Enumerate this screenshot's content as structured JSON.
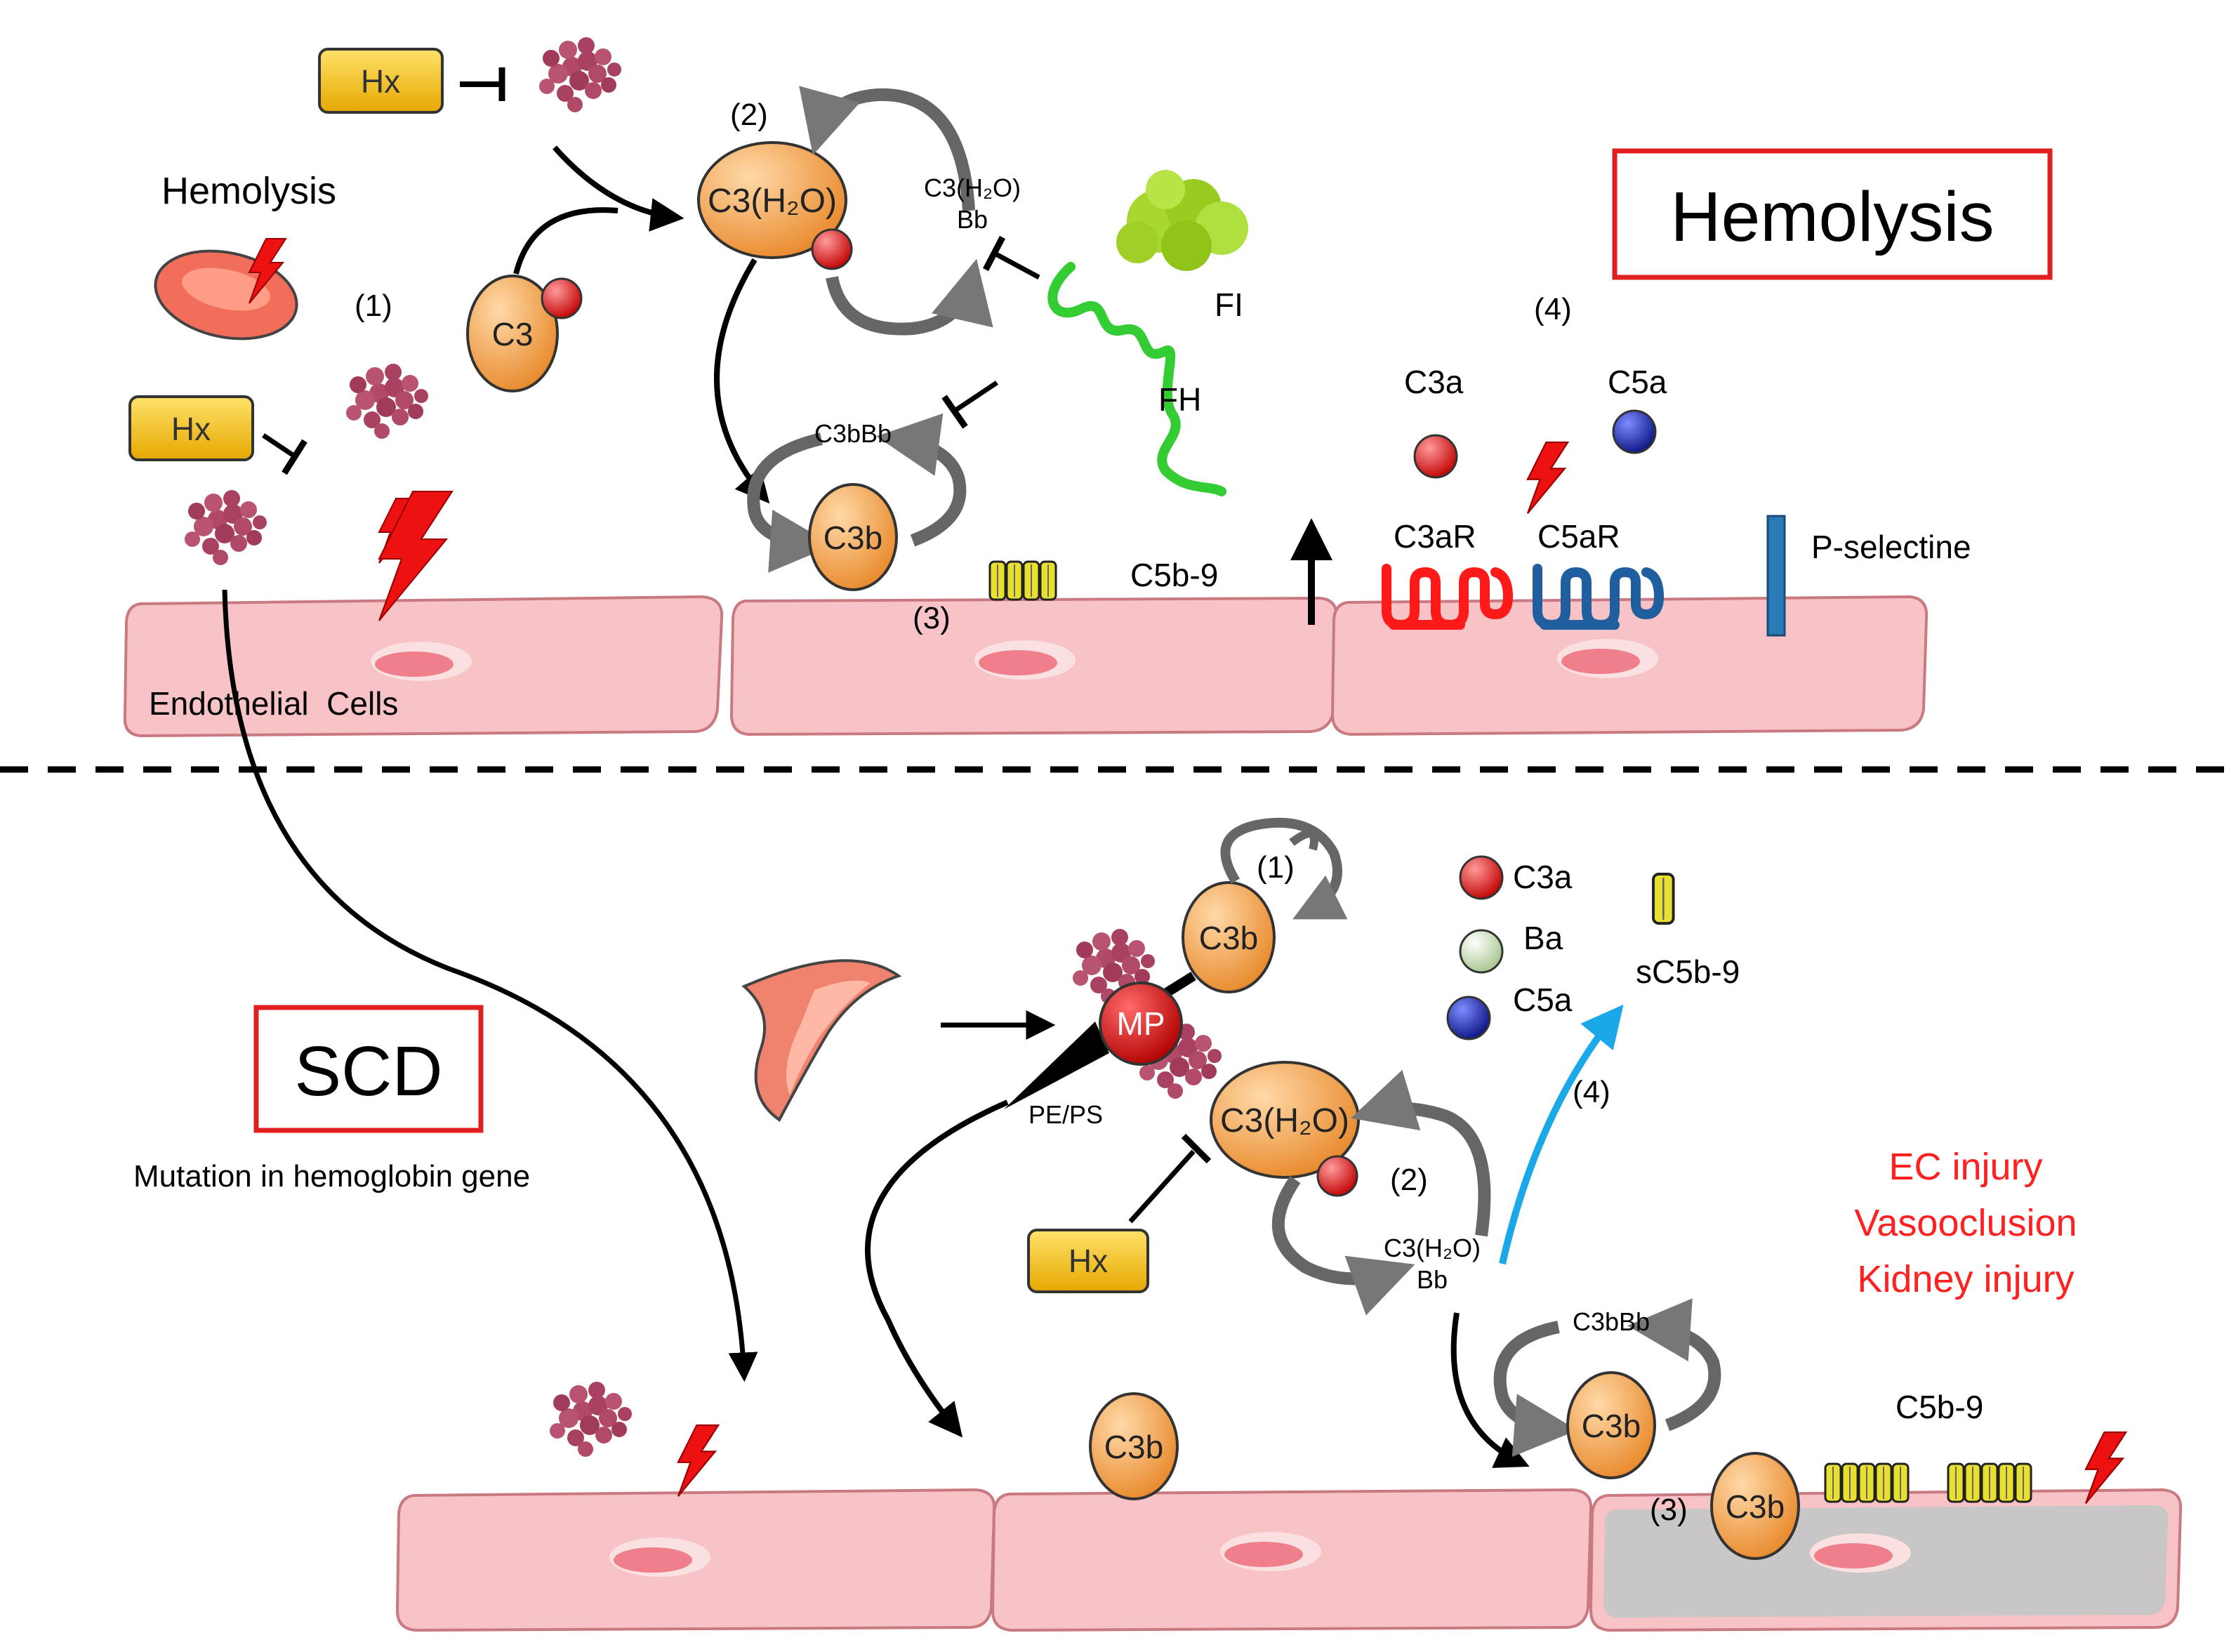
{
  "top": {
    "title": "Hemolysis",
    "hemolysis_label": "Hemolysis",
    "steps": [
      "(1)",
      "(2)",
      "(3)",
      "(4)"
    ],
    "hx_label": "Hx",
    "c3_label": "C3",
    "c3h2o_label": "C3(H₂O)",
    "c3h2o_bb_line1": "C3(H₂O)",
    "c3h2o_bb_line2": "Bb",
    "c3bbb_label": "C3bBb",
    "c3b_label": "C3b",
    "fi_label": "FI",
    "fh_label": "FH",
    "c5b9_label": "C5b-9",
    "c3a_label": "C3a",
    "c5a_label": "C5a",
    "c3ar_label": "C3aR",
    "c5ar_label": "C5aR",
    "pselectine_label": "P-selectine",
    "endothelial_label": "Endothelial  Cells"
  },
  "bottom": {
    "title": "SCD",
    "subtitle": "Mutation in hemoglobin gene",
    "steps": [
      "(1)",
      "(2)",
      "(3)",
      "(4)"
    ],
    "mp_label": "MP",
    "pe_ps_label": "PE/PS",
    "c3b_label": "C3b",
    "c3h2o_label": "C3(H₂O)",
    "c3h2o_bb_line1": "C3(H₂O)",
    "c3h2o_bb_line2": "Bb",
    "hx_label": "Hx",
    "c3bbb_label": "C3bBb",
    "c5b9_label": "C5b-9",
    "c3a_label": "C3a",
    "ba_label": "Ba",
    "c5a_label": "C5a",
    "sc5b9_label": "sC5b-9",
    "outcomes": [
      "EC injury",
      "Vasooclusion",
      "Kidney injury"
    ]
  },
  "colors": {
    "cell_fill": "#f7c3c6",
    "cell_stroke": "#c97a80",
    "orange": "#f0a04b",
    "red": "#e02020",
    "blue_c5": "#1a2aa8",
    "hx_yellow": "#f5c400",
    "heme": "#b04a66",
    "fh_green": "#33cc33",
    "arrow_cyan": "#1aa8e8",
    "outcome_red": "#ff2020",
    "c3ar_red": "#ff1a1a",
    "c5ar_blue": "#1f5fa0",
    "pselectine": "#2a7ab8"
  },
  "icons": [
    "lightning-icon",
    "heme-cluster-icon",
    "red-blood-cell-icon",
    "sickle-cell-icon",
    "mac-pore-icon"
  ]
}
